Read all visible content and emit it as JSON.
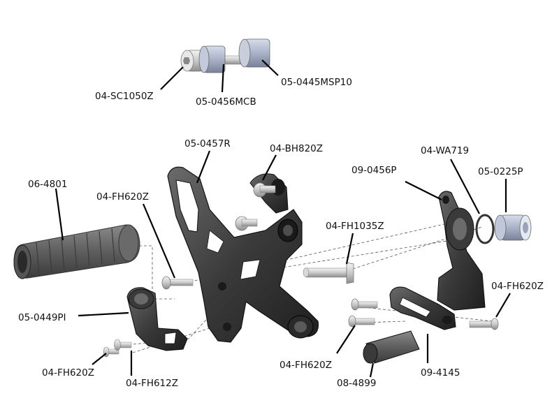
{
  "labels": {
    "sc1050z": "04-SC1050Z",
    "mcb0456": "05-0456MCB",
    "msp0445": "05-0445MSP10",
    "r0457": "05-0457R",
    "bh820z": "04-BH820Z",
    "wa719": "04-WA719",
    "p0456": "09-0456P",
    "p0225": "05-0225P",
    "grip4801": "06-4801",
    "fh620z_top": "04-FH620Z",
    "fh1035z": "04-FH1035Z",
    "fh620z_right": "04-FH620Z",
    "pi0449": "05-0449PI",
    "fh620z_bl": "04-FH620Z",
    "fh612z": "04-FH612Z",
    "fh620z_bm": "04-FH620Z",
    "s4899": "08-4899",
    "s4145": "09-4145"
  }
}
